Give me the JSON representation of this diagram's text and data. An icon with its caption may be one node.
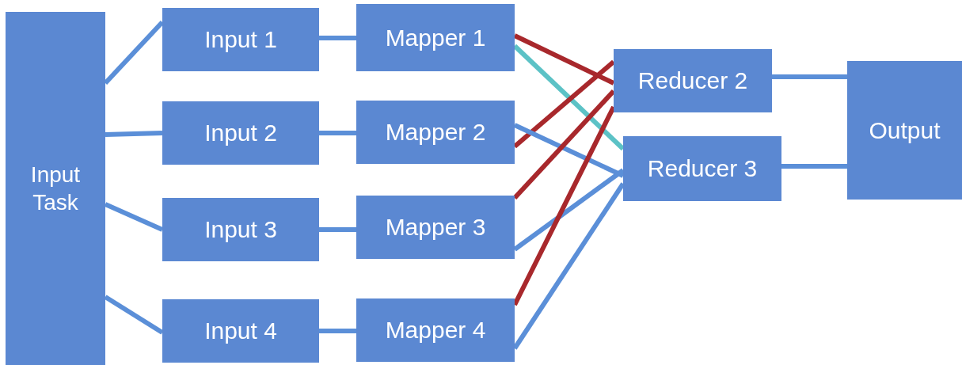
{
  "diagram": {
    "nodes": [
      {
        "text": [
          "Input Task"
        ]
      },
      {
        "text": [
          "Input 1"
        ]
      },
      {
        "text": [
          "Mapper 1"
        ]
      },
      {
        "text": [
          "Input 2"
        ]
      },
      {
        "text": [
          "Mapper 2"
        ]
      },
      {
        "text": [
          "Input 3"
        ]
      },
      {
        "text": [
          "Mapper 3"
        ]
      },
      {
        "text": [
          "Input 4"
        ]
      },
      {
        "text": [
          "Mapper 4"
        ]
      },
      {
        "text": [
          "Reducer 2"
        ]
      },
      {
        "text": [
          "Reducer 3"
        ]
      },
      {
        "text": [
          "Output"
        ]
      }
    ],
    "edges": [
      {
        "from": 0,
        "to": 1,
        "arrow": "none"
      },
      {
        "from": 0,
        "to": 3,
        "arrow": "none"
      },
      {
        "from": 0,
        "to": 5,
        "arrow": "none"
      },
      {
        "from": 0,
        "to": 7,
        "arrow": "none"
      },
      {
        "from": 1,
        "to": 2,
        "arrow": "none"
      },
      {
        "from": 3,
        "to": 4,
        "arrow": "none"
      },
      {
        "from": 5,
        "to": 6,
        "arrow": "none"
      },
      {
        "from": 7,
        "to": 8,
        "arrow": "none"
      },
      {
        "from": 2,
        "to": 9,
        "arrow": "none",
        "color": "#a8282c"
      },
      {
        "from": 2,
        "to": 10,
        "arrow": "none",
        "color": "#5cc2c6"
      },
      {
        "from": 4,
        "to": 9,
        "arrow": "none",
        "color": "#a8282c"
      },
      {
        "from": 4,
        "to": 10,
        "arrow": "none"
      },
      {
        "from": 6,
        "to": 9,
        "arrow": "none",
        "color": "#a8282c"
      },
      {
        "from": 6,
        "to": 10,
        "arrow": "none"
      },
      {
        "from": 8,
        "to": 9,
        "arrow": "none",
        "color": "#a8282c"
      },
      {
        "from": 8,
        "to": 10,
        "arrow": "none"
      },
      {
        "from": 9,
        "to": 11,
        "arrow": "none"
      },
      {
        "from": 10,
        "to": 11,
        "arrow": "none"
      }
    ]
  }
}
